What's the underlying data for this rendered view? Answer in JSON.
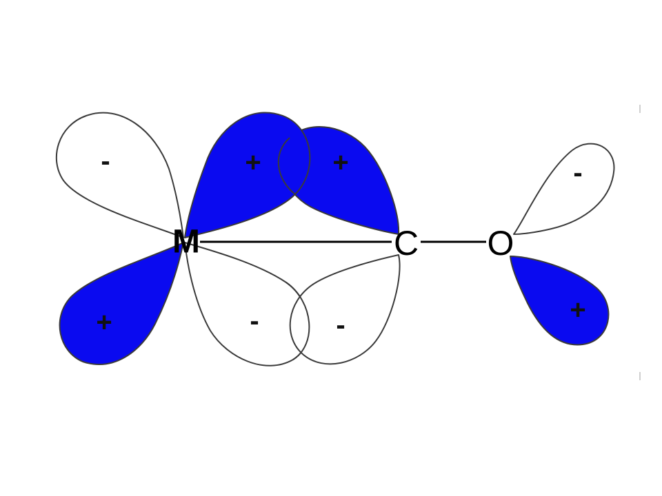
{
  "colors": {
    "positive_phase": "#0a0af0",
    "negative_phase": "#ffffff",
    "outline": "#3a3a3a",
    "bond": "#000000"
  },
  "atoms": {
    "metal": "M",
    "carbon": "C",
    "oxygen": "O"
  },
  "metal_d_orbital": {
    "upper_left_sign": "-",
    "upper_right_sign": "+",
    "lower_left_sign": "+",
    "lower_right_sign": "-"
  },
  "carbon_p_orbital": {
    "upper_sign": "+",
    "lower_sign": "-"
  },
  "oxygen_p_orbital": {
    "upper_sign": "-",
    "lower_sign": "+"
  }
}
